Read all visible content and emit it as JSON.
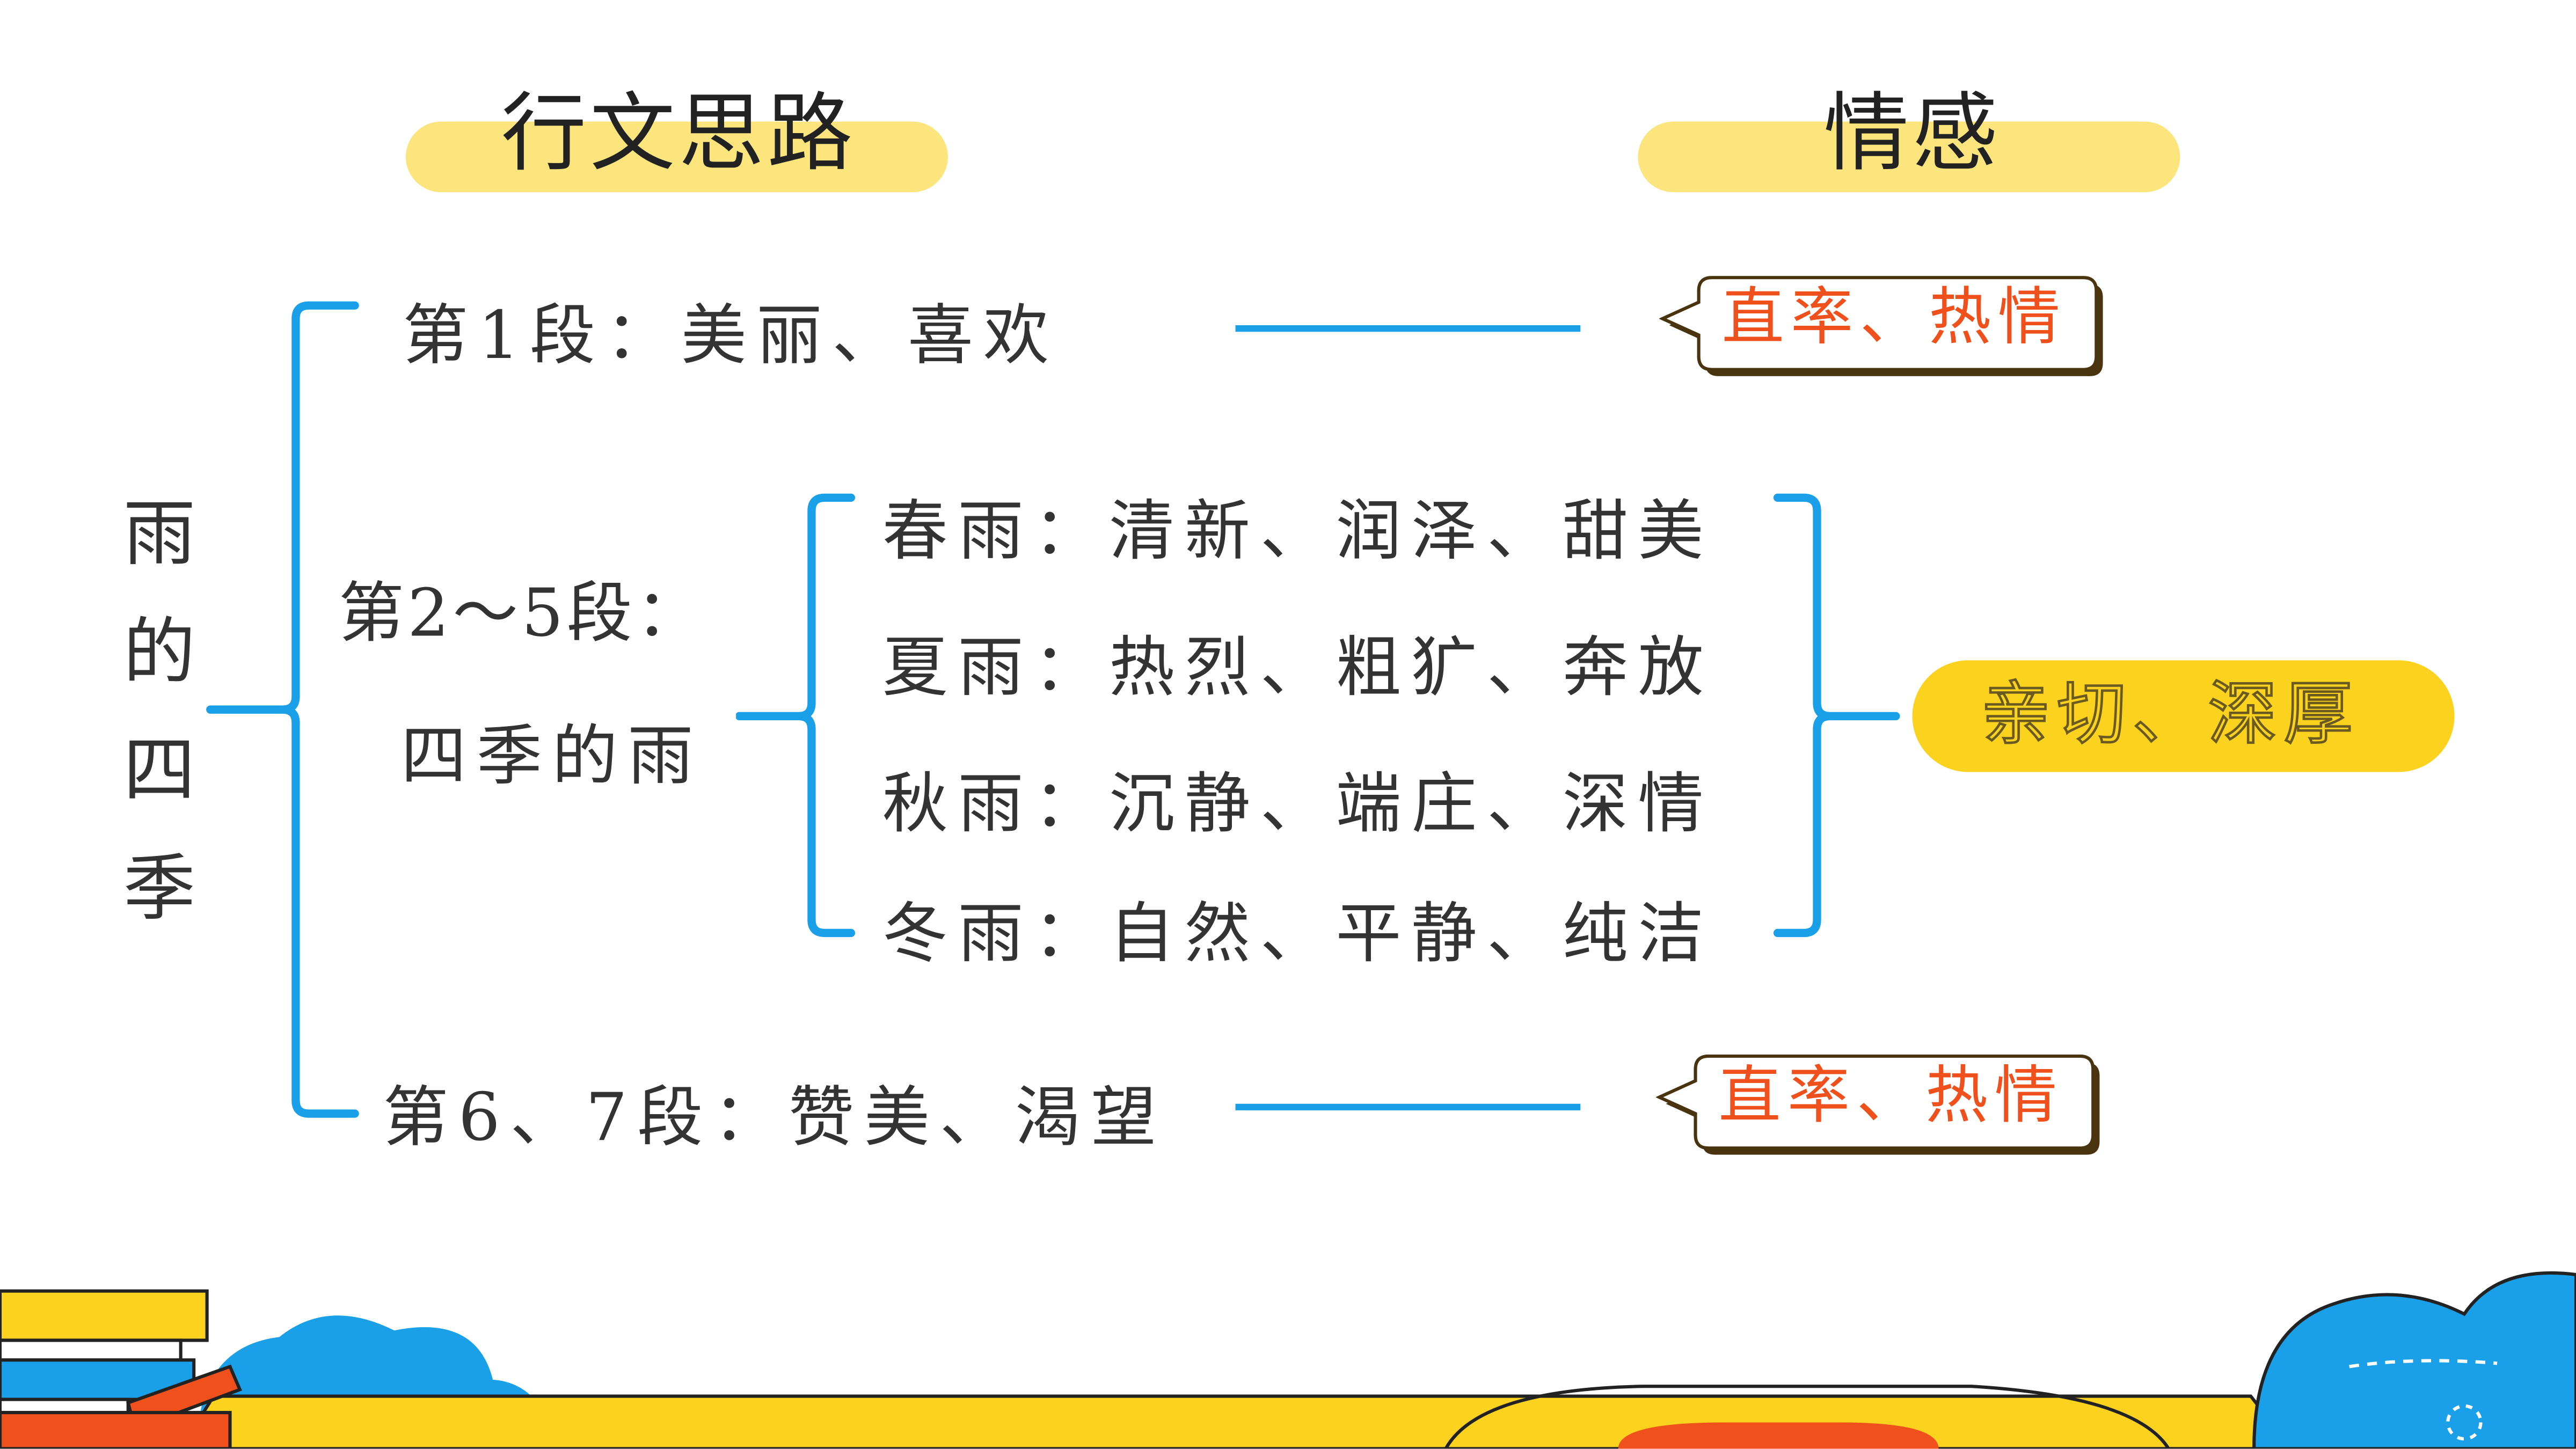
{
  "headers": {
    "left": "行文思路",
    "right": "情感"
  },
  "title_vertical": [
    "雨",
    "的",
    "四",
    "季"
  ],
  "para1": "第1段：美丽、喜欢",
  "para2": {
    "label": "第2～5段：",
    "sub": "四季的雨"
  },
  "seasons": [
    "春雨：清新、润泽、甜美",
    "夏雨：热烈、粗犷、奔放",
    "秋雨：沉静、端庄、深情",
    "冬雨：自然、平静、纯洁"
  ],
  "para3": "第6、7段：赞美、渴望",
  "emotions": {
    "top": "直率、热情",
    "middle": "亲切、深厚",
    "bottom": "直率、热情"
  },
  "colors": {
    "bracket": "#1aa0e8",
    "pill": "#fbe57c",
    "emotion_middle": "#fbd21e",
    "emotion_tag_text": "#f0501c"
  }
}
